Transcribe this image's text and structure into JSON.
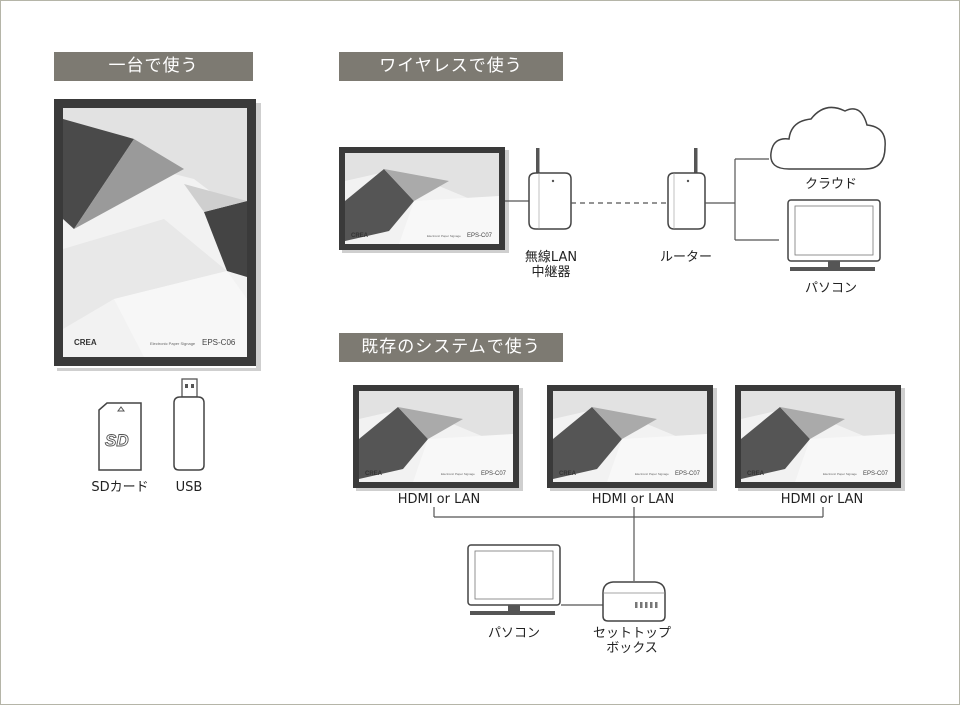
{
  "sections": {
    "standalone": {
      "title": "一台で使う"
    },
    "wireless": {
      "title": "ワイヤレスで使う"
    },
    "existing": {
      "title": "既存のシステムで使う"
    }
  },
  "signage": {
    "brand": "CREA",
    "subtitle": "Electronic Paper Signage",
    "model_portrait": "EPS-C06",
    "model_landscape": "EPS-C07"
  },
  "standalone": {
    "sd_label": "SDカード",
    "sd_logo": "SD",
    "usb_label": "USB"
  },
  "wireless": {
    "repeater_label_line1": "無線LAN",
    "repeater_label_line2": "中継器",
    "router_label": "ルーター",
    "cloud_label": "クラウド",
    "pc_label": "パソコン"
  },
  "existing": {
    "connection_labels": [
      "HDMI or LAN",
      "HDMI or LAN",
      "HDMI or LAN"
    ],
    "pc_label": "パソコン",
    "stb_label_line1": "セットトップ",
    "stb_label_line2": "ボックス"
  },
  "colors": {
    "header_bg": "#7d7a72",
    "frame": "#3a3a3a",
    "line": "#555555"
  }
}
